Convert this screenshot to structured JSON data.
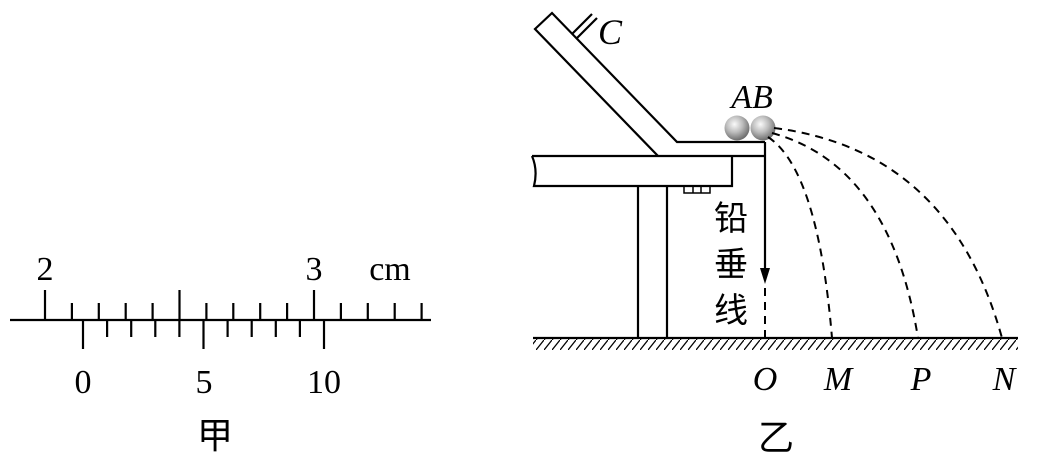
{
  "caliper": {
    "caption": "甲",
    "main_scale_labels": [
      "2",
      "3"
    ],
    "unit": "cm",
    "vernier_labels": [
      "0",
      "5",
      "10"
    ]
  },
  "apparatus": {
    "caption": "乙",
    "label_c": "C",
    "label_ab": "AB",
    "plumb_line_chars": [
      "铅",
      "垂",
      "线"
    ],
    "ground_points": [
      "O",
      "M",
      "P",
      "N"
    ]
  }
}
